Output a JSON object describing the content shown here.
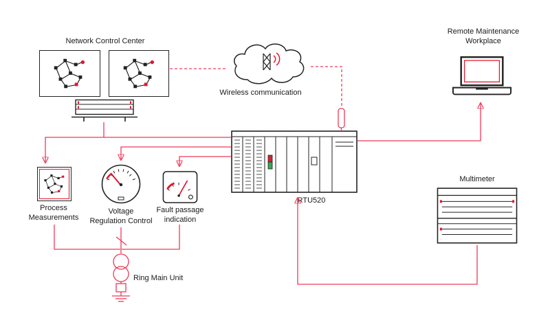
{
  "colors": {
    "connection_red": "#ee3a59",
    "accent_red": "#e2162e",
    "led_green": "#3aa655",
    "device_outline": "#222222"
  },
  "nodes": {
    "network_control_center": {
      "label": "Network Control Center"
    },
    "wireless": {
      "label": "Wireless communication"
    },
    "remote_maintenance": {
      "line1": "Remote Maintenance",
      "line2": "Workplace"
    },
    "rtu": {
      "label": "RTU520"
    },
    "process_measurements": {
      "line1": "Process",
      "line2": "Measurements"
    },
    "voltage_regulation": {
      "line1": "Voltage",
      "line2": "Regulation Control"
    },
    "fault_passage": {
      "line1": "Fault passage",
      "line2": "indication"
    },
    "ring_main_unit": {
      "label": "Ring Main Unit"
    },
    "multimeter": {
      "label": "Multimeter"
    }
  },
  "icons": {
    "topology": "network-topology-icon",
    "cloud": "cloud-icon",
    "wireless_mast": "wireless-antenna-icon",
    "laptop": "laptop-icon",
    "server": "server-rack-icon",
    "gauge": "voltage-gauge-icon",
    "fault_meter": "fault-meter-icon",
    "multimeter": "multimeter-icon",
    "rtu_rack": "rtu-rack-icon",
    "antenna": "antenna-icon",
    "transformer": "transformer-icon",
    "ground": "ground-icon"
  }
}
